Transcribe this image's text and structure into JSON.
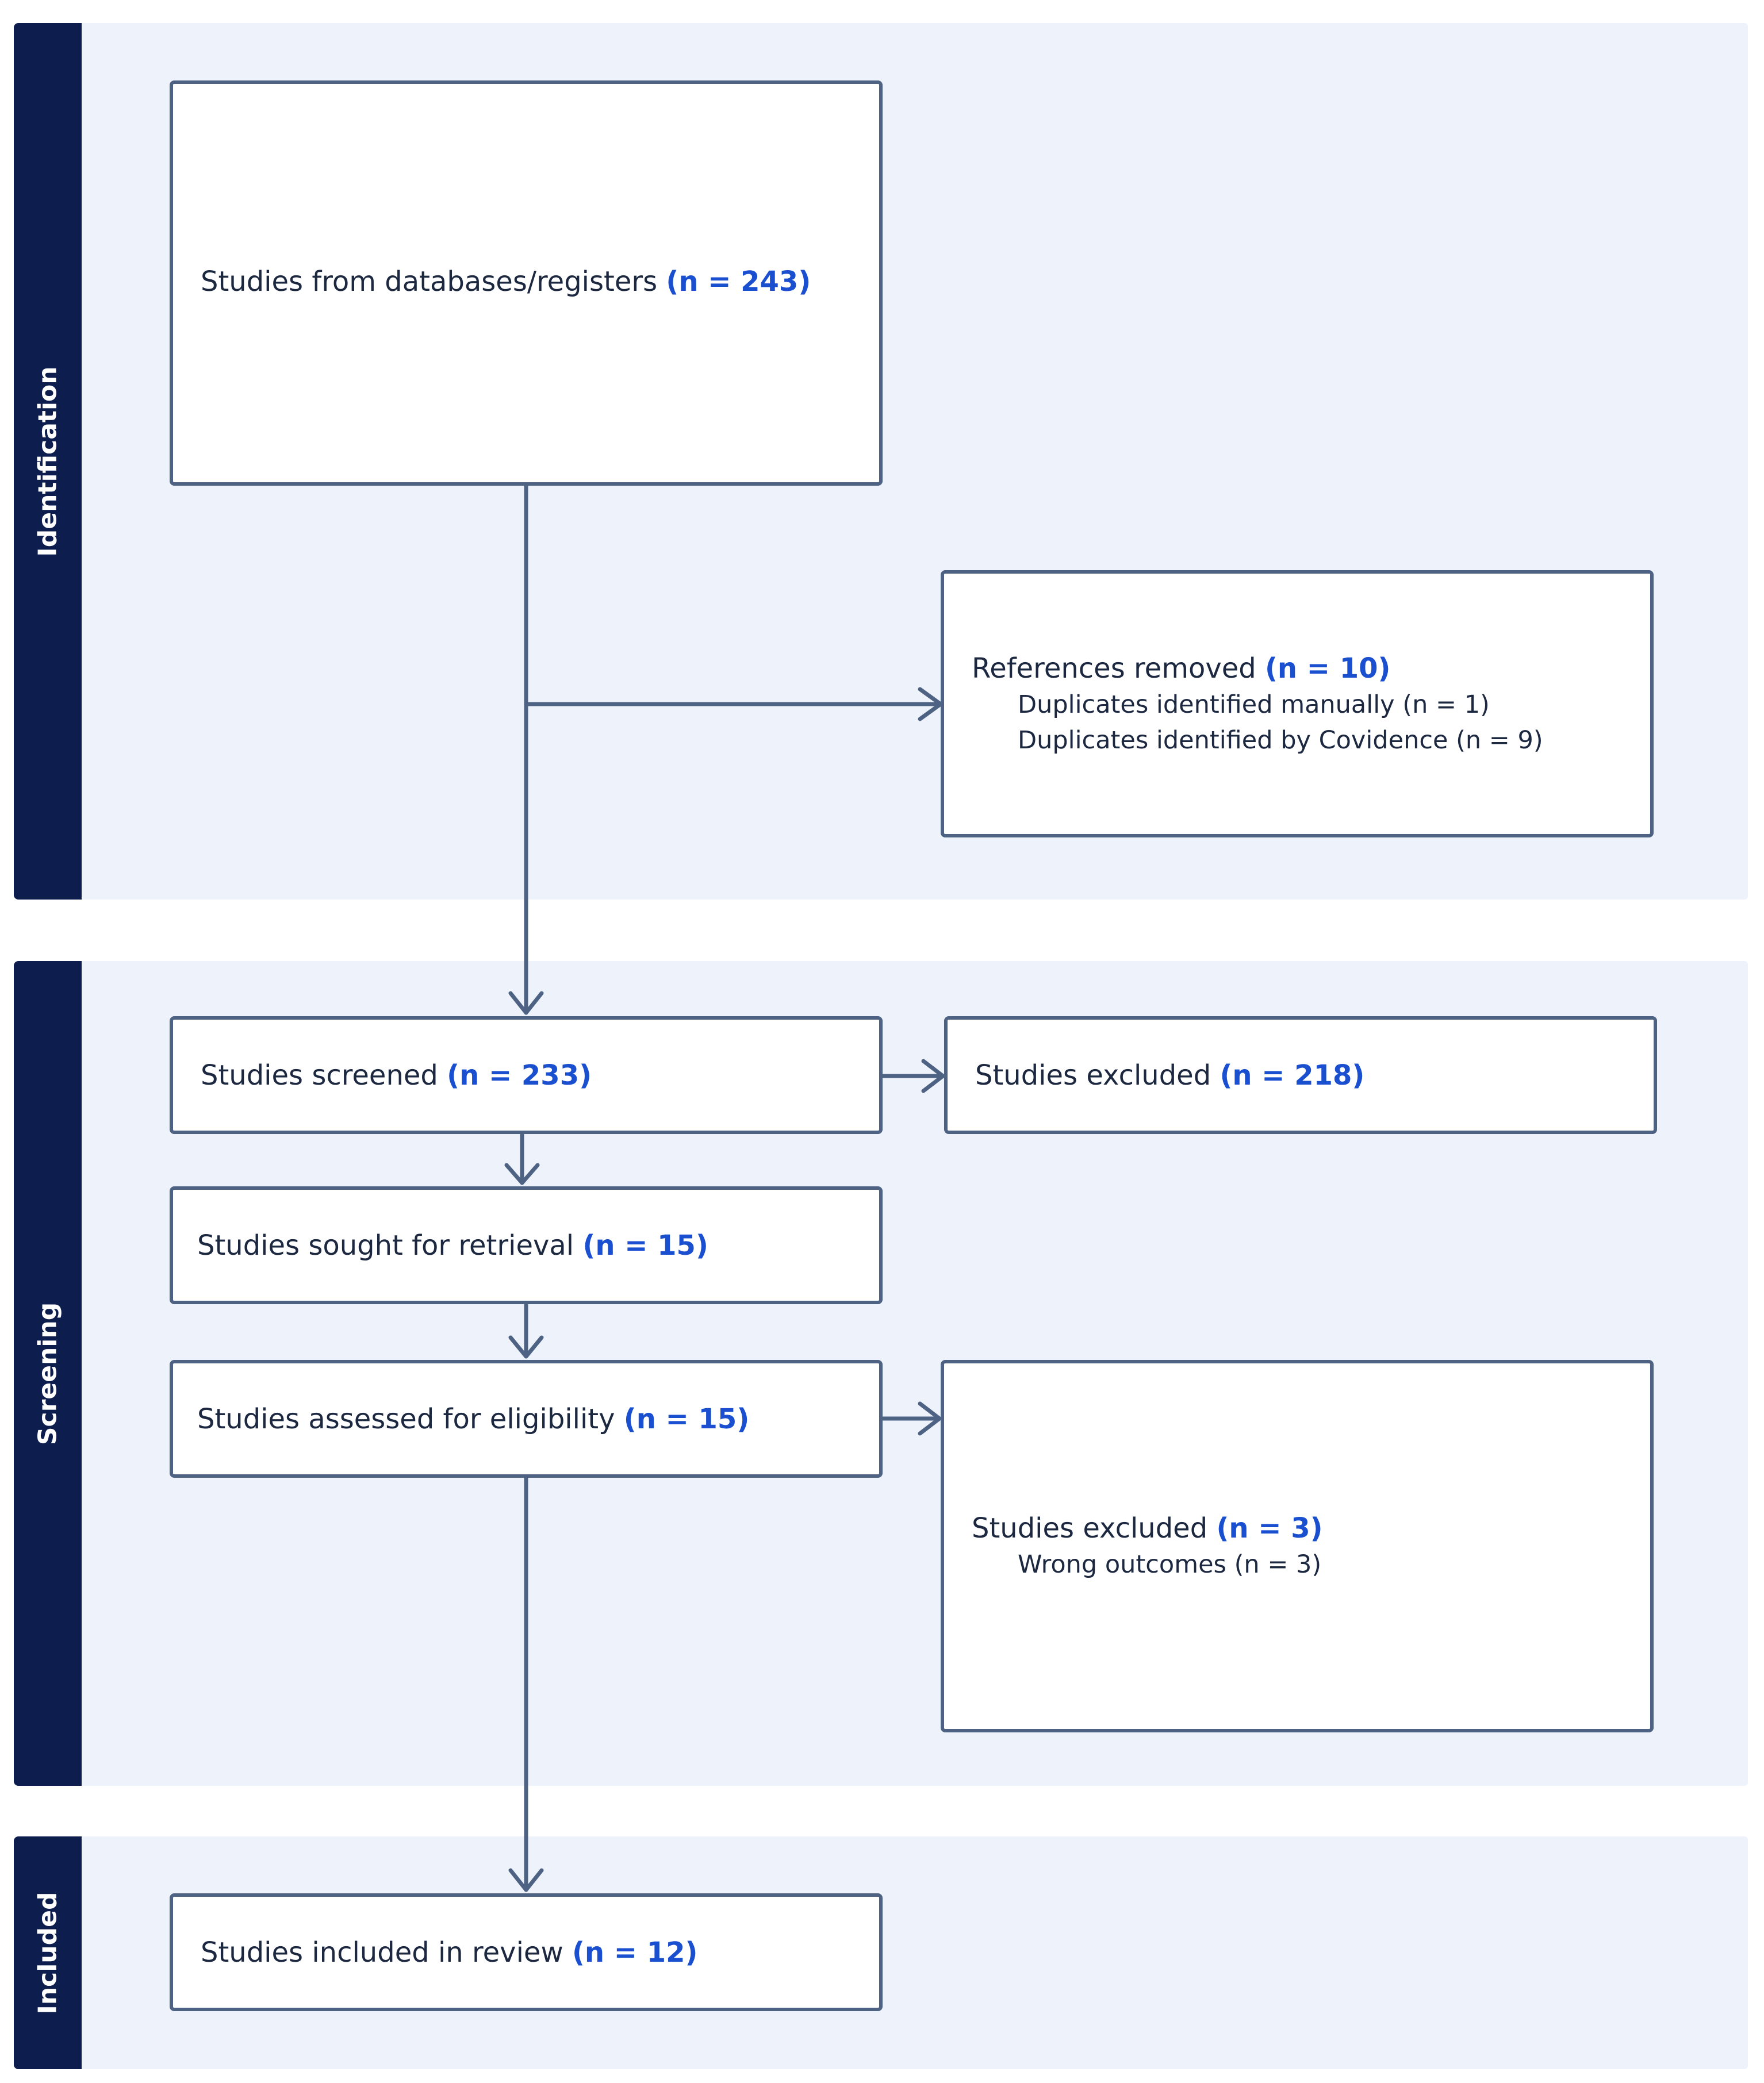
{
  "phases": [
    {
      "id": "identification",
      "label": "Identification"
    },
    {
      "id": "screening",
      "label": "Screening"
    },
    {
      "id": "included",
      "label": "Included"
    }
  ],
  "boxes": {
    "databases": {
      "label": "Studies from databases/registers",
      "count": "(n = 243)"
    },
    "removed": {
      "label": "References removed",
      "count": "(n = 10)",
      "details": [
        "Duplicates identified manually (n = 1)",
        "Duplicates identified by Covidence (n = 9)"
      ]
    },
    "screened": {
      "label": "Studies screened",
      "count": "(n = 233)"
    },
    "excluded_screen": {
      "label": "Studies excluded",
      "count": "(n = 218)"
    },
    "retrieval": {
      "label": "Studies sought for retrieval",
      "count": "(n = 15)"
    },
    "eligibility": {
      "label": "Studies assessed for eligibility",
      "count": "(n = 15)"
    },
    "excluded_eligibility": {
      "label": "Studies excluded",
      "count": "(n = 3)",
      "details": [
        "Wrong outcomes (n = 3)"
      ]
    },
    "included": {
      "label": "Studies included in review",
      "count": "(n = 12)"
    }
  },
  "colors": {
    "phase_bar": "#0d1d4e",
    "phase_background": "#eef3fb",
    "box_border": "#4e6283",
    "count_text": "#1a4fd0",
    "arrow": "#4e6283"
  }
}
